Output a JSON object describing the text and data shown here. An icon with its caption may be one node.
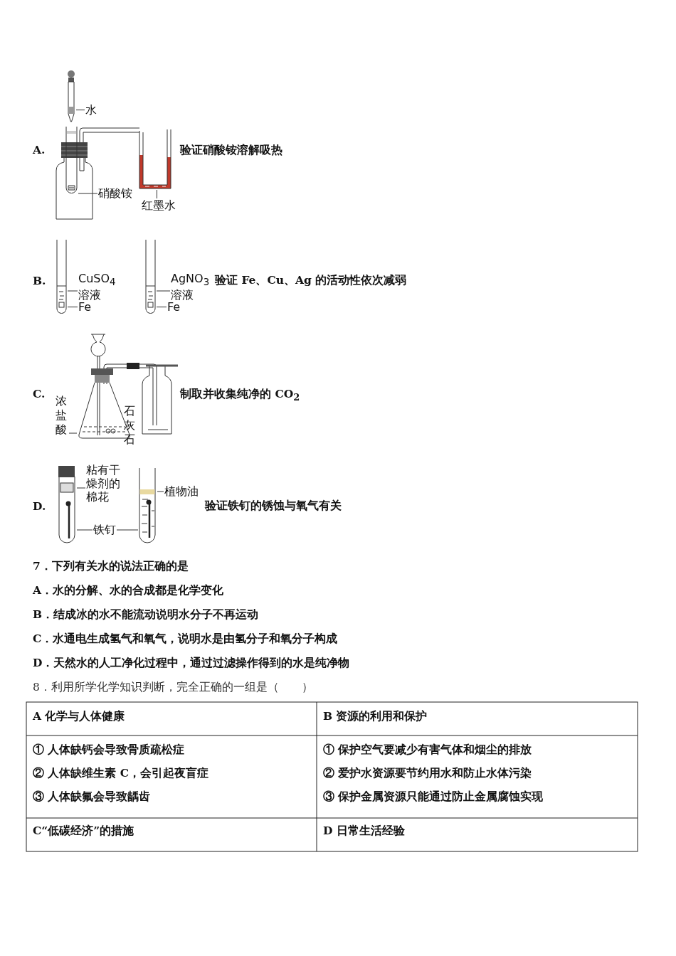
{
  "diagram": {
    "nodes": [
      {
        "text": [
          "水"
        ]
      },
      {
        "text": [],
        "shape": "picture"
      },
      {
        "text": [
          "硝酸铵"
        ]
      },
      {
        "text": [],
        "shape": "picture"
      },
      {
        "text": [
          "红墨水"
        ]
      },
      {
        "text": [],
        "shape": "picture"
      },
      {
        "text": [
          "CuSO$_{4}$溶液"
        ]
      },
      {
        "text": [],
        "shape": "picture"
      },
      {
        "text": [
          "Fe"
        ]
      },
      {
        "text": [
          "AgNO$_{3}$溶液"
        ]
      },
      {
        "text": [],
        "shape": "picture"
      },
      {
        "text": [
          "Fe"
        ]
      },
      {
        "text": [
          "浓盐酸"
        ]
      },
      {
        "text": [],
        "shape": "picture"
      },
      {
        "text": [
          "粘有干燥剂的棉花"
        ]
      },
      {
        "text": [],
        "shape": "picture"
      },
      {
        "text": [
          "植物油"
        ]
      },
      {
        "text": [],
        "shape": "picture"
      },
      {
        "text": [
          "铁钉"
        ]
      }
    ],
    "edges": [
      {
        "from": 0,
        "to": 1,
        "arrow": "none"
      },
      {
        "from": 2,
        "to": 3,
        "arrow": "none"
      },
      {
        "from": 4,
        "to": 5,
        "arrow": "none"
      },
      {
        "from": 6,
        "to": 7,
        "arrow": "none"
      },
      {
        "from": 8,
        "to": 7,
        "arrow": "none"
      },
      {
        "from": 9,
        "to": 10,
        "arrow": "none"
      },
      {
        "from": 11,
        "to": 10,
        "arrow": "none"
      },
      {
        "from": 12,
        "to": 13,
        "arrow": "none"
      },
      {
        "from": 14,
        "to": 15,
        "arrow": "none"
      },
      {
        "from": 16,
        "to": 17,
        "arrow": "none"
      },
      {
        "from": 18,
        "to": 15,
        "arrow": "none"
      },
      {
        "from": 18,
        "to": 17,
        "arrow": "none"
      }
    ],
    "labels": [
      "A.",
      "验证硝酸铵溶解吸热",
      "B.",
      "验证 Fe、Cu、Ag 的活动性依次减弱",
      "C.",
      "石灰石",
      "制取并收集纯净的 CO$_{2}$",
      "D.",
      "验证铁钉的锈蚀与氧气有关",
      "7．下列有关水的说法正确的是",
      "A．水的分解、水的合成都是化学变化",
      "B．结成冰的水不能流动说明水分子不再运动",
      "C．水通电生成氢气和氧气，说明水是由氢分子和氧分子构成",
      "D．天然水的人工净化过程中，通过过滤操作得到的水是纯净物",
      "8．利用所学化学知识判断，完全正确的一组是（　　）",
      "A 化学与人体健康",
      "B 资源的利用和保护",
      "① 人体缺钙会导致骨质疏松症",
      "② 人体缺维生素 C，会引起夜盲症",
      "③ 人体缺氟会导致龋齿",
      "① 保护空气要减少有害气体和烟尘的排放",
      "② 爱护水资源要节约用水和防止水体污染",
      "③ 保护金属资源只能通过防止金属腐蚀实现",
      "C“低碳经济”的措施",
      "D 日常生活经验"
    ]
  }
}
